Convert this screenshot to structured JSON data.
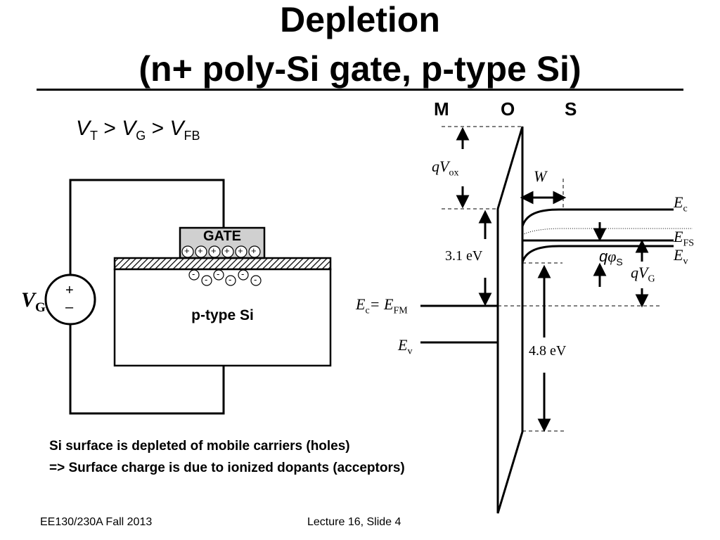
{
  "title": {
    "line1": "Depletion",
    "line2": "(n+ poly-Si gate, p-type Si)"
  },
  "condition": {
    "vt": "V",
    "vt_sub": "T",
    "gt1": ">",
    "vg": "V",
    "vg_sub": "G",
    "gt2": ">",
    "vfb": "V",
    "vfb_sub": "FB"
  },
  "circuit": {
    "gate_label": "GATE",
    "substrate_label": "p-type Si",
    "source_label": "V",
    "source_sub": "G",
    "plus_sign": "+",
    "minus_sign": "–",
    "gate_charge": "+",
    "dopant_charge": "-"
  },
  "band_diagram": {
    "region_m": "M",
    "region_o": "O",
    "region_s": "S",
    "qvox": "qV",
    "qvox_sub": "ox",
    "w": "W",
    "ec": "E",
    "ec_sub": "c",
    "efs": "E",
    "efs_sub": "FS",
    "ev": "E",
    "ev_sub": "v",
    "three_one": "3.1 eV",
    "four_eight": "4.8 eV",
    "qphis_q": "q",
    "qphis_phi": "φ",
    "qphis_sub": "S",
    "qvg": "qV",
    "qvg_sub": "G",
    "ec_efm_left": "E",
    "ec_efm_left_sub": "c",
    "ec_efm_eq": "= E",
    "ec_efm_right_sub": "FM",
    "ev_metal": "E",
    "ev_metal_sub": "v"
  },
  "notes": {
    "line1": "Si surface is depleted of mobile carriers (holes)",
    "line2": "=> Surface charge is due to ionized dopants (acceptors)"
  },
  "footer": {
    "course": "EE130/230A Fall 2013",
    "slide": "Lecture 16, Slide 4"
  }
}
